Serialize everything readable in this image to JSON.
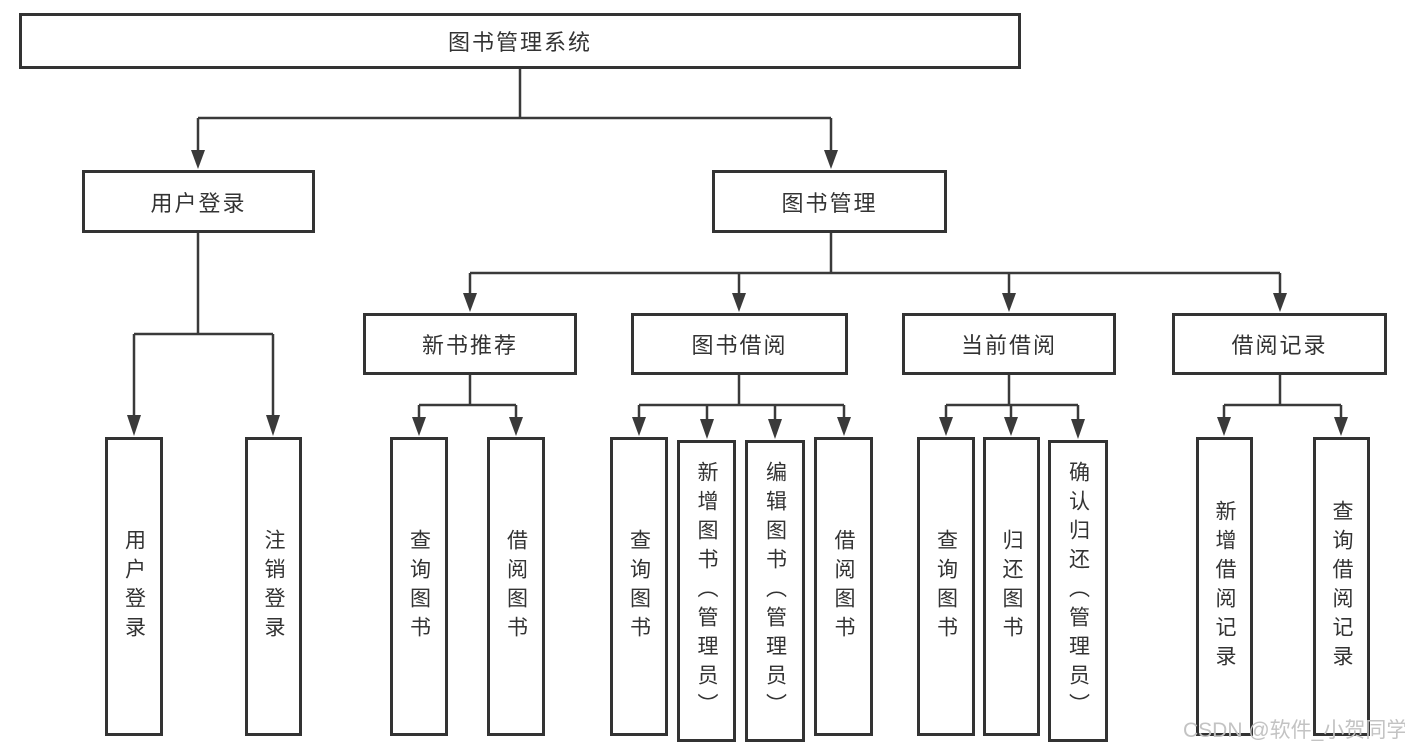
{
  "diagram": {
    "root": {
      "label": "图书管理系统"
    },
    "level2": [
      {
        "label": "用户登录"
      },
      {
        "label": "图书管理"
      }
    ],
    "level3": [
      {
        "label": "新书推荐"
      },
      {
        "label": "图书借阅"
      },
      {
        "label": "当前借阅"
      },
      {
        "label": "借阅记录"
      }
    ],
    "leaves": {
      "user_login": [
        {
          "label": "用户登录"
        },
        {
          "label": "注销登录"
        }
      ],
      "new_book_recommend": [
        {
          "label": "查询图书"
        },
        {
          "label": "借阅图书"
        }
      ],
      "book_borrow": [
        {
          "label": "查询图书"
        },
        {
          "label": "新增图书（管理员）"
        },
        {
          "label": "编辑图书（管理员）"
        },
        {
          "label": "借阅图书"
        }
      ],
      "current_borrow": [
        {
          "label": "查询图书"
        },
        {
          "label": "归还图书"
        },
        {
          "label": "确认归还（管理员）"
        }
      ],
      "borrow_records": [
        {
          "label": "新增借阅记录"
        },
        {
          "label": "查询借阅记录"
        }
      ]
    }
  },
  "watermark": {
    "text": "CSDN @软件_小贺同学"
  },
  "colors": {
    "line": "#3a3a3a",
    "box_border": "#333333",
    "text": "#333333",
    "watermark": "#c3c3c3",
    "background": "#ffffff"
  }
}
